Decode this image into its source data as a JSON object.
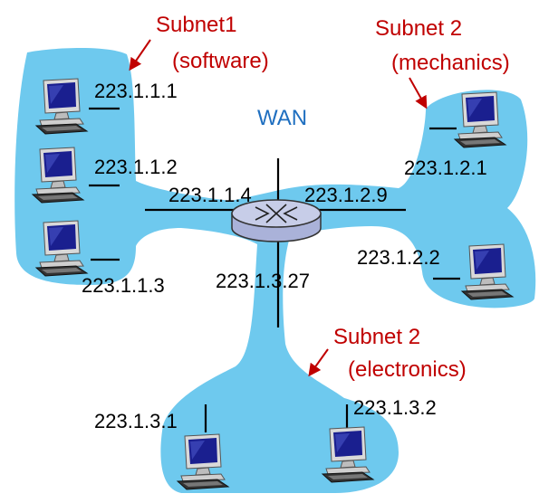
{
  "labels": {
    "subnet1_name": "Subnet1",
    "subnet1_desc": "(software)",
    "subnet2a_name": "Subnet 2",
    "subnet2a_desc": "(mechanics)",
    "subnet2b_name": "Subnet 2",
    "subnet2b_desc": "(electronics)",
    "wan": "WAN"
  },
  "addresses": {
    "h111": "223.1.1.1",
    "h112": "223.1.1.2",
    "h113": "223.1.1.3",
    "r114": "223.1.1.4",
    "r129": "223.1.2.9",
    "h121": "223.1.2.1",
    "h122": "223.1.2.2",
    "r1327": "223.1.3.27",
    "h131": "223.1.3.1",
    "h132": "223.1.3.2"
  },
  "colors": {
    "subnet_fill": "#6ec9ee",
    "annotation": "#c00000",
    "wan_text": "#1f6fc0",
    "router_fill": "#c7cde8",
    "screen": "#1a1f8f"
  },
  "icons": {
    "router": "router-icon",
    "host": "desktop-computer-icon"
  }
}
